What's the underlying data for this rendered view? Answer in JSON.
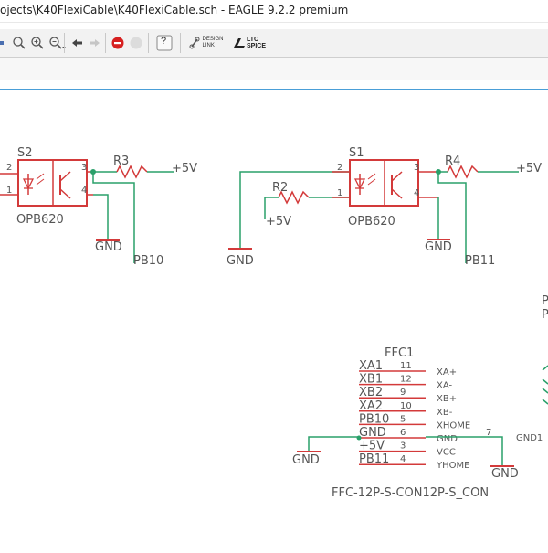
{
  "window": {
    "title": "ojects\\K40FlexiCable\\K40FlexiCable.sch - EAGLE 9.2.2 premium"
  },
  "toolbar": {
    "design_link_line1": "DESIGN",
    "design_link_line2": "LINK",
    "ltspice_line1": "LTC",
    "ltspice_line2": "SPICE",
    "help_label": "?"
  },
  "schematic": {
    "s2": {
      "name": "S2",
      "value": "OPB620",
      "pins": [
        "2",
        "1",
        "3",
        "4"
      ]
    },
    "s1": {
      "name": "S1",
      "value": "OPB620",
      "pins": [
        "2",
        "1",
        "3",
        "4"
      ]
    },
    "r3": "R3",
    "r4": "R4",
    "r2": "R2",
    "plus5v": "+5V",
    "gnd": "GND",
    "pb10": "PB10",
    "pb11": "PB11",
    "ffc": {
      "name": "FFC1",
      "value": "FFC-12P-S-CON12P-S_CON",
      "rows": [
        {
          "net": "XA1",
          "pin": "11",
          "pad": "XA+"
        },
        {
          "net": "XB1",
          "pin": "12",
          "pad": "XA-"
        },
        {
          "net": "XB2",
          "pin": "9",
          "pad": "XB+"
        },
        {
          "net": "XA2",
          "pin": "10",
          "pad": "XB-"
        },
        {
          "net": "PB10",
          "pin": "5",
          "pad": "XHOME"
        },
        {
          "net": "GND",
          "pin": "6",
          "pad": "GND"
        },
        {
          "net": "+5V",
          "pin": "3",
          "pad": "VCC"
        },
        {
          "net": "PB11",
          "pin": "4",
          "pad": "YHOME"
        }
      ],
      "gnd_pin": "7",
      "gnd_pad": "GND1"
    },
    "edge_right": [
      "P",
      "P"
    ]
  },
  "colors": {
    "symbol": "#d33a3a",
    "net": "#2aa06a",
    "text": "#555555"
  }
}
